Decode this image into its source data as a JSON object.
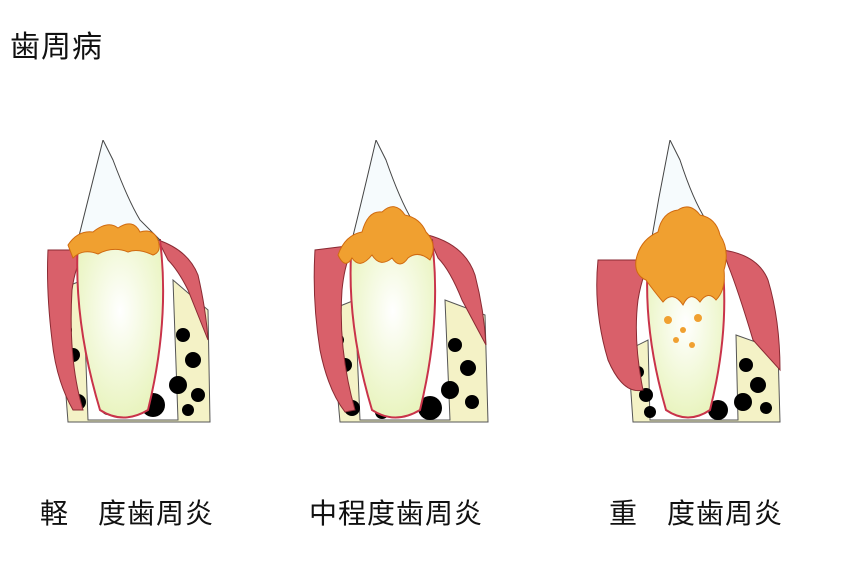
{
  "title": "歯周病",
  "stages": [
    {
      "label": "軽　度歯周炎"
    },
    {
      "label": "中程度歯周炎"
    },
    {
      "label": "重　度歯周炎"
    }
  ],
  "colors": {
    "gum": "#d9606a",
    "gum_inner": "#f1aab0",
    "bone": "#f4f2c6",
    "tartar": "#f0a030",
    "root": "#fbfde0",
    "enamel": "#f6fbfd"
  }
}
